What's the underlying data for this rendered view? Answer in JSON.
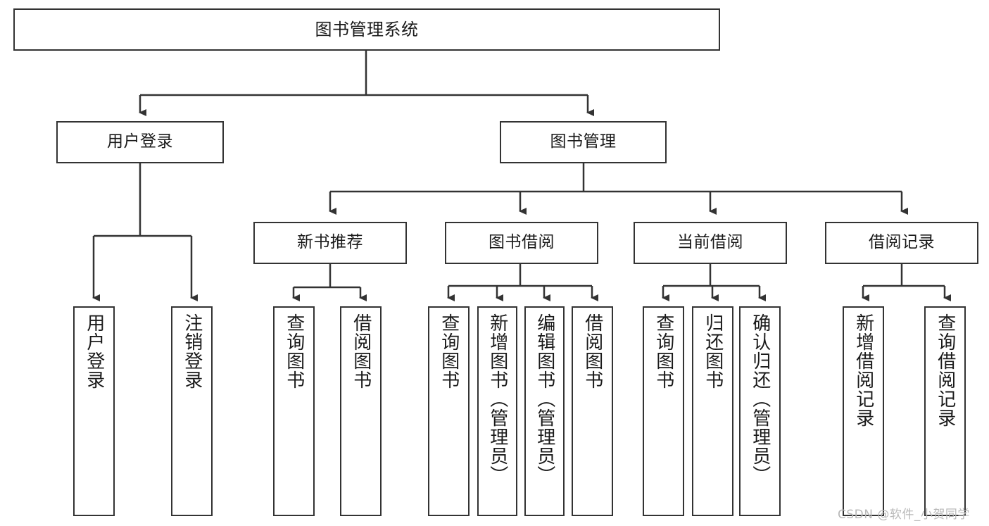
{
  "diagram": {
    "title": "图书管理系统",
    "type": "functional-decomposition-tree",
    "colors": {
      "background": "#ffffff",
      "box_border": "#333333",
      "box_fill": "#ffffff",
      "connector": "#333333",
      "text": "#1a1a1a",
      "watermark": "#b9b9b9"
    }
  },
  "root": {
    "label": "图书管理系统"
  },
  "level1": [
    {
      "label": "用户登录"
    },
    {
      "label": "图书管理"
    }
  ],
  "level2": [
    {
      "label": "新书推荐"
    },
    {
      "label": "图书借阅"
    },
    {
      "label": "当前借阅"
    },
    {
      "label": "借阅记录"
    }
  ],
  "leaves": {
    "user_login": [
      {
        "label": "用户登录"
      },
      {
        "label": "注销登录"
      }
    ],
    "new_book_recommend": [
      {
        "label": "查询图书"
      },
      {
        "label": "借阅图书"
      }
    ],
    "book_borrow": [
      {
        "label": "查询图书"
      },
      {
        "label": "新增图书（管理员）"
      },
      {
        "label": "编辑图书（管理员）"
      },
      {
        "label": "借阅图书"
      }
    ],
    "current_borrow": [
      {
        "label": "查询图书"
      },
      {
        "label": "归还图书"
      },
      {
        "label": "确认归还（管理员）"
      }
    ],
    "borrow_records": [
      {
        "label": "新增借阅记录"
      },
      {
        "label": "查询借阅记录"
      }
    ]
  },
  "watermark": {
    "text": "CSDN @软件_小贺同学"
  }
}
